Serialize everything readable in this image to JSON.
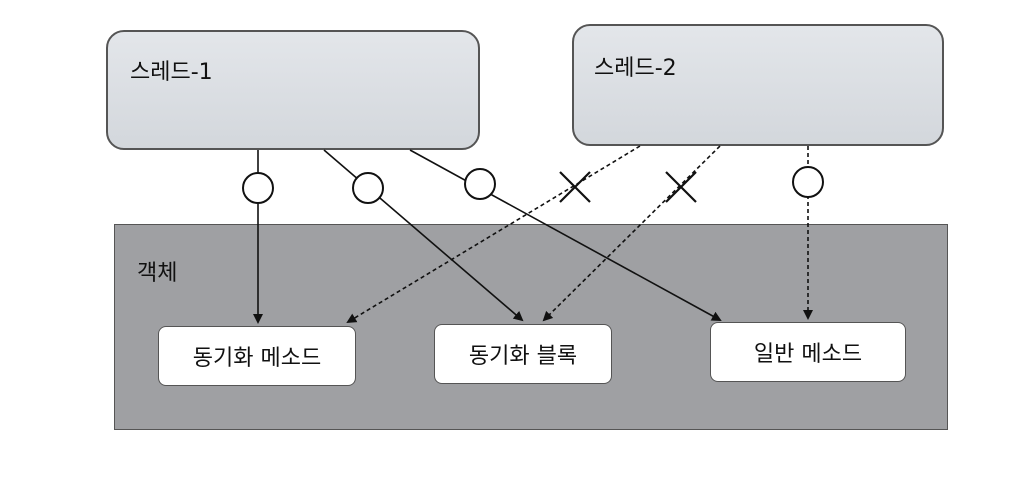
{
  "threads": [
    {
      "label": "스레드-1"
    },
    {
      "label": "스레드-2"
    }
  ],
  "object": {
    "label": "객체"
  },
  "methods": [
    {
      "label": "동기화 메소드"
    },
    {
      "label": "동기화 블록"
    },
    {
      "label": "일반 메소드"
    }
  ],
  "access_marks": {
    "thread1": [
      "O",
      "O",
      "O"
    ],
    "thread2": [
      "X",
      "X",
      "O"
    ]
  }
}
